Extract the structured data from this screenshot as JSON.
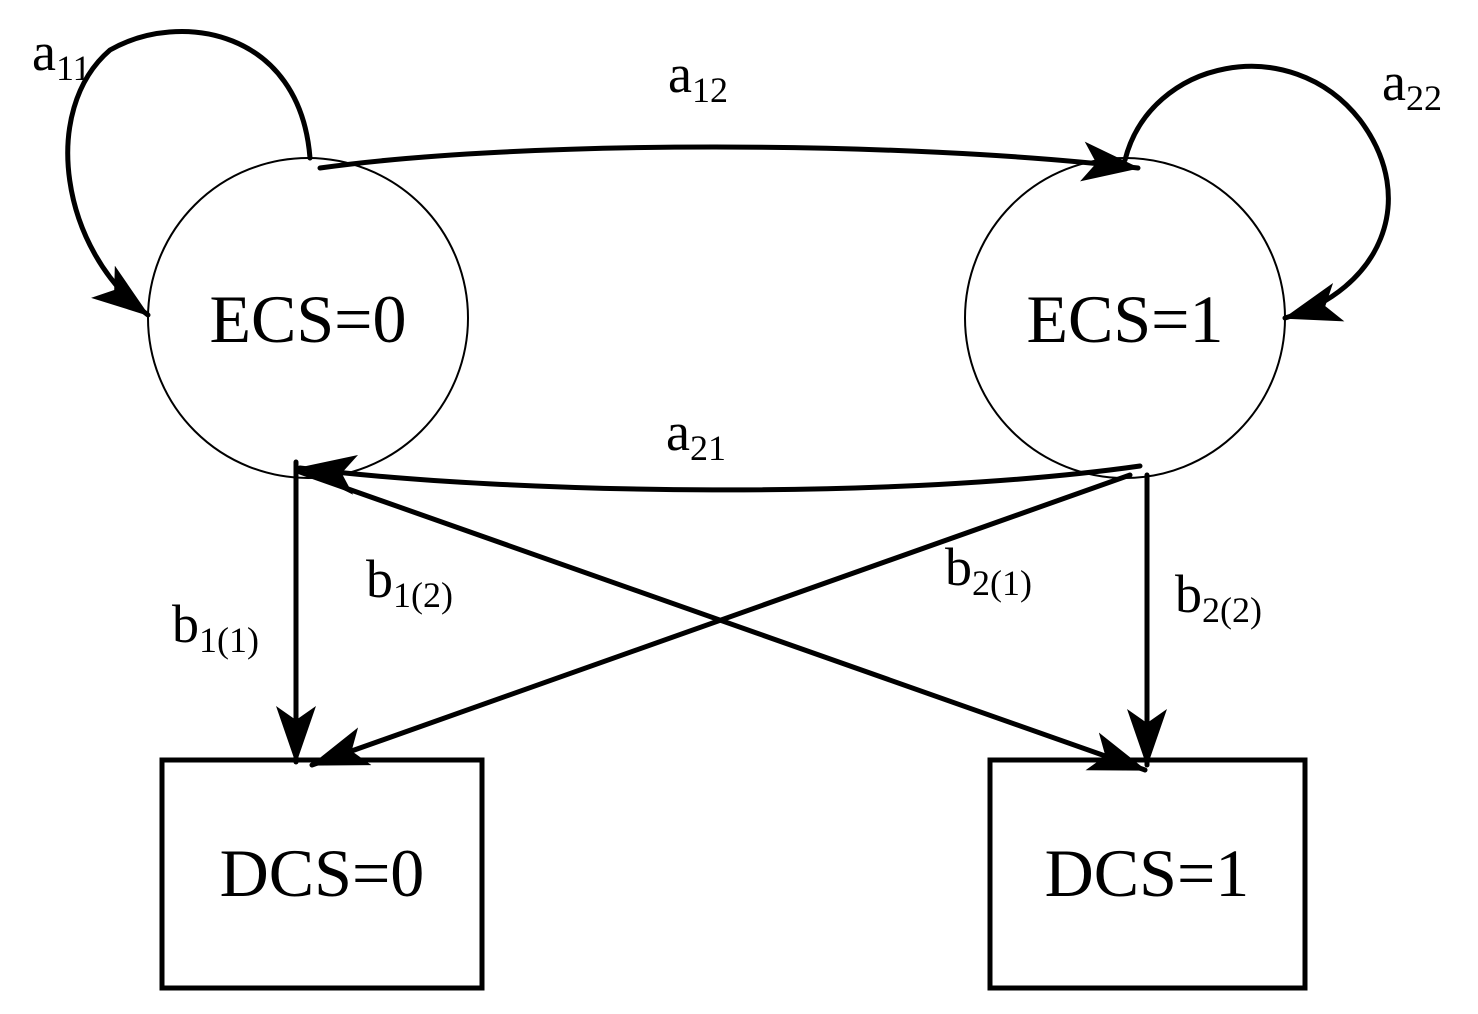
{
  "states": {
    "ecs0": "ECS=0",
    "ecs1": "ECS=1",
    "dcs0": "DCS=0",
    "dcs1": "DCS=1"
  },
  "labels": {
    "a11": {
      "base": "a",
      "sub": "11"
    },
    "a12": {
      "base": "a",
      "sub": "12"
    },
    "a21": {
      "base": "a",
      "sub": "21"
    },
    "a22": {
      "base": "a",
      "sub": "22"
    },
    "b11": {
      "base": "b",
      "sub": "1(1)"
    },
    "b12": {
      "base": "b",
      "sub": "1(2)"
    },
    "b21": {
      "base": "b",
      "sub": "2(1)"
    },
    "b22": {
      "base": "b",
      "sub": "2(2)"
    }
  },
  "colors": {
    "stroke": "#000000",
    "background": "#ffffff"
  }
}
